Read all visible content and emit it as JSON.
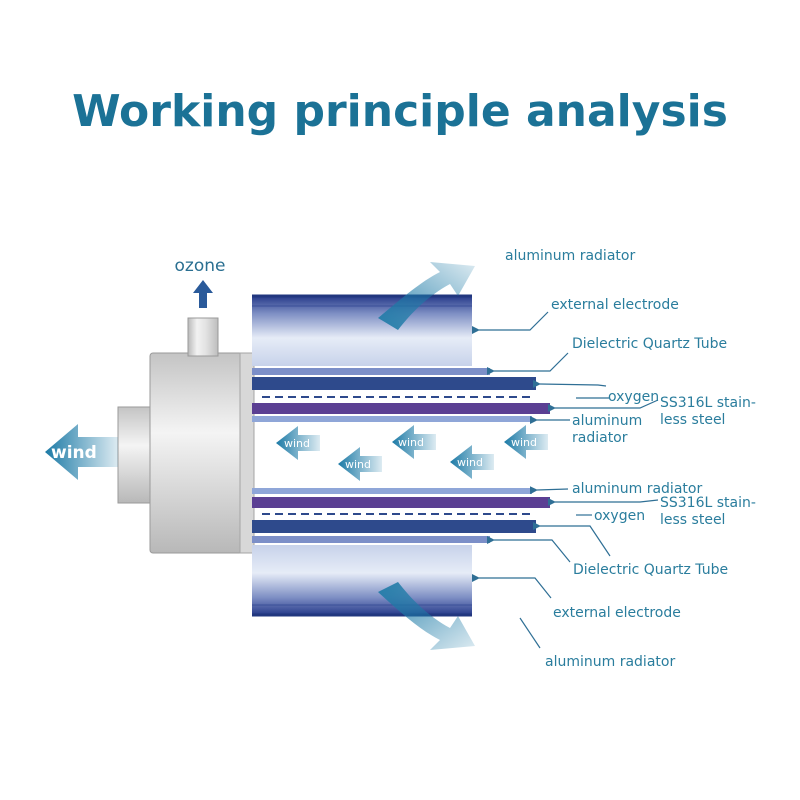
{
  "title": "Working principle analysis",
  "labels": {
    "ozone": "ozone",
    "wind_outlet": "wind",
    "wind_inner": [
      "wind",
      "wind",
      "wind",
      "wind",
      "wind"
    ],
    "top": {
      "aluminum_radiator": "aluminum radiator",
      "external_electrode": "external electrode",
      "dielectric_quartz_tube": "Dielectric Quartz Tube",
      "oxygen": "oxygen",
      "ss316l_line1": "SS316L stain-",
      "ss316l_line2": "less steel",
      "inner_aluminum_line1": "aluminum",
      "inner_aluminum_line2": "radiator"
    },
    "bottom": {
      "aluminum_radiator_inner": "aluminum radiator",
      "ss316l_line1": "SS316L stain-",
      "ss316l_line2": "less steel",
      "oxygen": "oxygen",
      "dielectric_quartz_tube": "Dielectric Quartz Tube",
      "external_electrode": "external electrode",
      "aluminum_radiator": "aluminum radiator"
    }
  },
  "colors": {
    "title": "#1b7296",
    "label_text": "#2a7d9d",
    "leader_line": "#2f6f95",
    "radiator_dark": "#2a3f8f",
    "radiator_light": "#e9eef8",
    "electrode": "#2e4a8c",
    "quartz_tube": "#7c8fc8",
    "stainless_steel": "#5b3f93",
    "inner_aluminum": "#8fa6d8",
    "oxygen_dash": "#2e4a8c",
    "wind_arrow": "#1e7fa8",
    "ozone_arrow": "#2a5a9a",
    "housing_gray": "#c9c9c9"
  }
}
